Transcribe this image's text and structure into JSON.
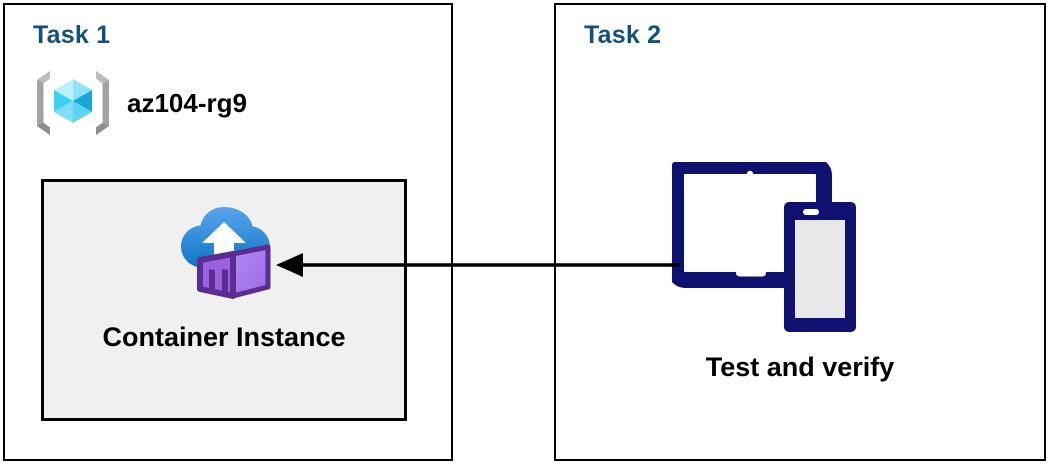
{
  "diagram": {
    "title": "Azure container instance task diagram",
    "colors": {
      "panel_border": "#000000",
      "task_heading": "#12507E",
      "inner_box_fill": "#F0F0F0",
      "inner_box_border": "#000000",
      "arrow": "#000000",
      "device_navy": "#0E1170",
      "device_screen": "#E8E8EA",
      "rg_bracket_gray": "#A3A3A3",
      "cube_cyan_light": "#9FE8FB",
      "cube_cyan_mid": "#3BD3F5",
      "cube_cyan_dark": "#18A8D8",
      "cloud_blue_top": "#4C9CE8",
      "cloud_blue_bottom": "#0F7AC8",
      "container_purple_light": "#AD7BEE",
      "container_purple_mid": "#9A62DC",
      "container_purple_dark": "#5B2D91"
    }
  },
  "panels": [
    {
      "id": "task1",
      "title": "Task 1",
      "resource_group": {
        "icon": "azure-resource-group-icon",
        "label": "az104-rg9"
      },
      "inner_box": {
        "icon": "azure-container-instance-icon",
        "label": "Container Instance"
      }
    },
    {
      "id": "task2",
      "title": "Task 2",
      "device": {
        "icon": "tablet-and-phone-icon",
        "label": "Test and verify"
      }
    }
  ],
  "arrow": {
    "name": "flow-arrow",
    "direction": "right-to-left",
    "from": "Test and verify",
    "to": "Container Instance"
  }
}
